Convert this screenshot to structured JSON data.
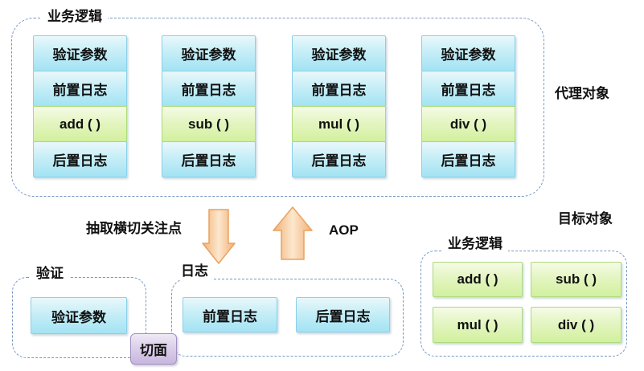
{
  "proxy": {
    "container_label": "业务逻辑",
    "side_label": "代理对象",
    "columns": [
      {
        "rows": [
          {
            "text": "验证参数",
            "type": "blue"
          },
          {
            "text": "前置日志",
            "type": "blue"
          },
          {
            "text": "add ( )",
            "type": "green"
          },
          {
            "text": "后置日志",
            "type": "blue"
          }
        ]
      },
      {
        "rows": [
          {
            "text": "验证参数",
            "type": "blue"
          },
          {
            "text": "前置日志",
            "type": "blue"
          },
          {
            "text": "sub ( )",
            "type": "green"
          },
          {
            "text": "后置日志",
            "type": "blue"
          }
        ]
      },
      {
        "rows": [
          {
            "text": "验证参数",
            "type": "blue"
          },
          {
            "text": "前置日志",
            "type": "blue"
          },
          {
            "text": "mul ( )",
            "type": "green"
          },
          {
            "text": "后置日志",
            "type": "blue"
          }
        ]
      },
      {
        "rows": [
          {
            "text": "验证参数",
            "type": "blue"
          },
          {
            "text": "前置日志",
            "type": "blue"
          },
          {
            "text": "div ( )",
            "type": "green"
          },
          {
            "text": "后置日志",
            "type": "blue"
          }
        ]
      }
    ]
  },
  "middle": {
    "extract_label": "抽取横切关注点",
    "aop_label": "AOP",
    "icons": [
      "arrow-down",
      "arrow-up"
    ]
  },
  "validation": {
    "label": "验证",
    "box": "验证参数"
  },
  "logging": {
    "label": "日志",
    "boxes": [
      "前置日志",
      "后置日志"
    ]
  },
  "aspect": {
    "label": "切面"
  },
  "target": {
    "title": "目标对象",
    "container_label": "业务逻辑",
    "methods": [
      "add ( )",
      "sub ( )",
      "mul ( )",
      "div ( )"
    ]
  },
  "colors": {
    "blue_box_top": "#e9f8fa",
    "blue_box_bottom": "#a3e3f3",
    "blue_box_border": "#8dcfe9",
    "green_box_top": "#f5fbe6",
    "green_box_bottom": "#d2f09e",
    "green_box_border": "#aeda7e",
    "purple_box_top": "#efe9f6",
    "purple_box_bottom": "#c8b6de",
    "purple_box_border": "#a090c2",
    "dashed_border": "#7698c2",
    "arrow_edge": "#f2b075",
    "arrow_center": "#fce7cd",
    "arrow_stroke": "#e9a261",
    "text": "#111111"
  }
}
